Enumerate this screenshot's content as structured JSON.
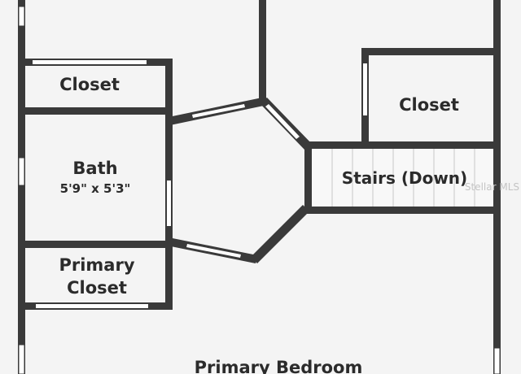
{
  "rooms": {
    "closet_left": "Closet",
    "closet_right": "Closet",
    "bath": "Bath",
    "bath_dimensions": "5'9\" x 5'3\"",
    "primary_closet_line1": "Primary",
    "primary_closet_line2": "Closet",
    "stairs": "Stairs (Down)",
    "primary_bedroom": "Primary Bedroom"
  },
  "watermark": "Stellar MLS",
  "colors": {
    "wall": "#3a3a3a",
    "floor": "#f4f4f4",
    "label": "#2b2b2b"
  }
}
